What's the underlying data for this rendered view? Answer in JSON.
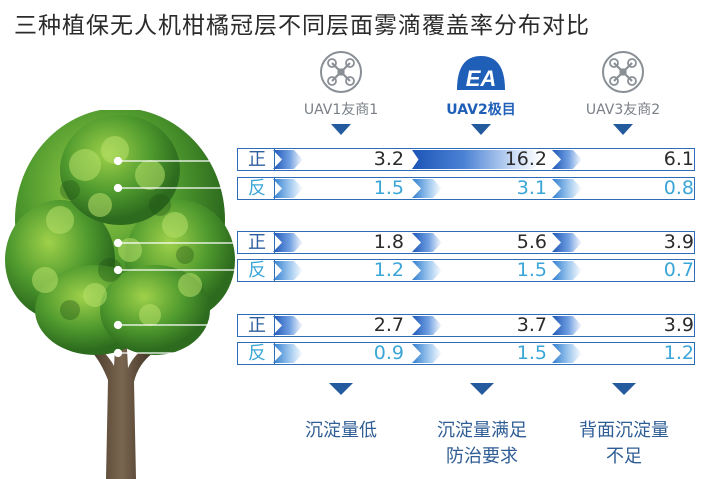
{
  "title": "三种植保无人机柑橘冠层不同层面雾滴覆盖率分布对比",
  "uavs": [
    {
      "label": "UAV1友商1",
      "icon": "drone-icon"
    },
    {
      "label": "UAV2极目",
      "icon": "ea-logo",
      "logo_text": "EA"
    },
    {
      "label": "UAV3友商2",
      "icon": "drone-icon"
    }
  ],
  "row_labels": {
    "front": "正",
    "back": "反"
  },
  "chart_data": {
    "type": "table",
    "title": "三种植保无人机柑橘冠层不同层面雾滴覆盖率分布对比",
    "columns": [
      "UAV1友商1",
      "UAV2极目",
      "UAV3友商2"
    ],
    "layers": [
      {
        "rows": [
          {
            "side": "正",
            "values": [
              "3.2",
              "16.2",
              "6.1"
            ]
          },
          {
            "side": "反",
            "values": [
              "1.5",
              "3.1",
              "0.8"
            ]
          }
        ]
      },
      {
        "rows": [
          {
            "side": "正",
            "values": [
              "1.8",
              "5.6",
              "3.9"
            ]
          },
          {
            "side": "反",
            "values": [
              "1.2",
              "1.5",
              "0.7"
            ]
          }
        ]
      },
      {
        "rows": [
          {
            "side": "正",
            "values": [
              "2.7",
              "3.7",
              "3.9"
            ]
          },
          {
            "side": "反",
            "values": [
              "0.9",
              "1.5",
              "1.2"
            ]
          }
        ]
      }
    ]
  },
  "notes": [
    {
      "lines": [
        "沉淀量低"
      ]
    },
    {
      "lines": [
        "沉淀量满足",
        "防治要求"
      ]
    },
    {
      "lines": [
        "背面沉淀量",
        "不足"
      ]
    }
  ],
  "colors": {
    "accent": "#245a9e",
    "front_text": "#2e5f9e",
    "back_text": "#3aa6d8"
  }
}
